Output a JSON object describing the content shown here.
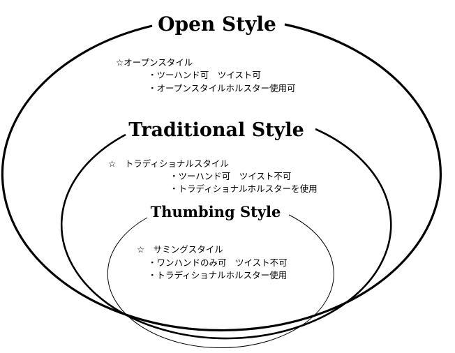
{
  "open": {
    "title": "Open Style",
    "heading": "☆オープンスタイル",
    "items": [
      "・ツーハンド可　ツイスト可",
      "・オープンスタイルホルスター使用可"
    ]
  },
  "traditional": {
    "title": "Traditional Style",
    "heading": "☆　トラディショナルスタイル",
    "items": [
      "・ツーハンド可　ツイスト不可",
      "・トラディショナルホルスターを使用"
    ]
  },
  "thumbing": {
    "title": "Thumbing Style",
    "heading": "☆　サミングスタイル",
    "items": [
      "・ワンハンドのみ可　ツイスト不可",
      "・トラディショナルホルスター使用"
    ]
  }
}
